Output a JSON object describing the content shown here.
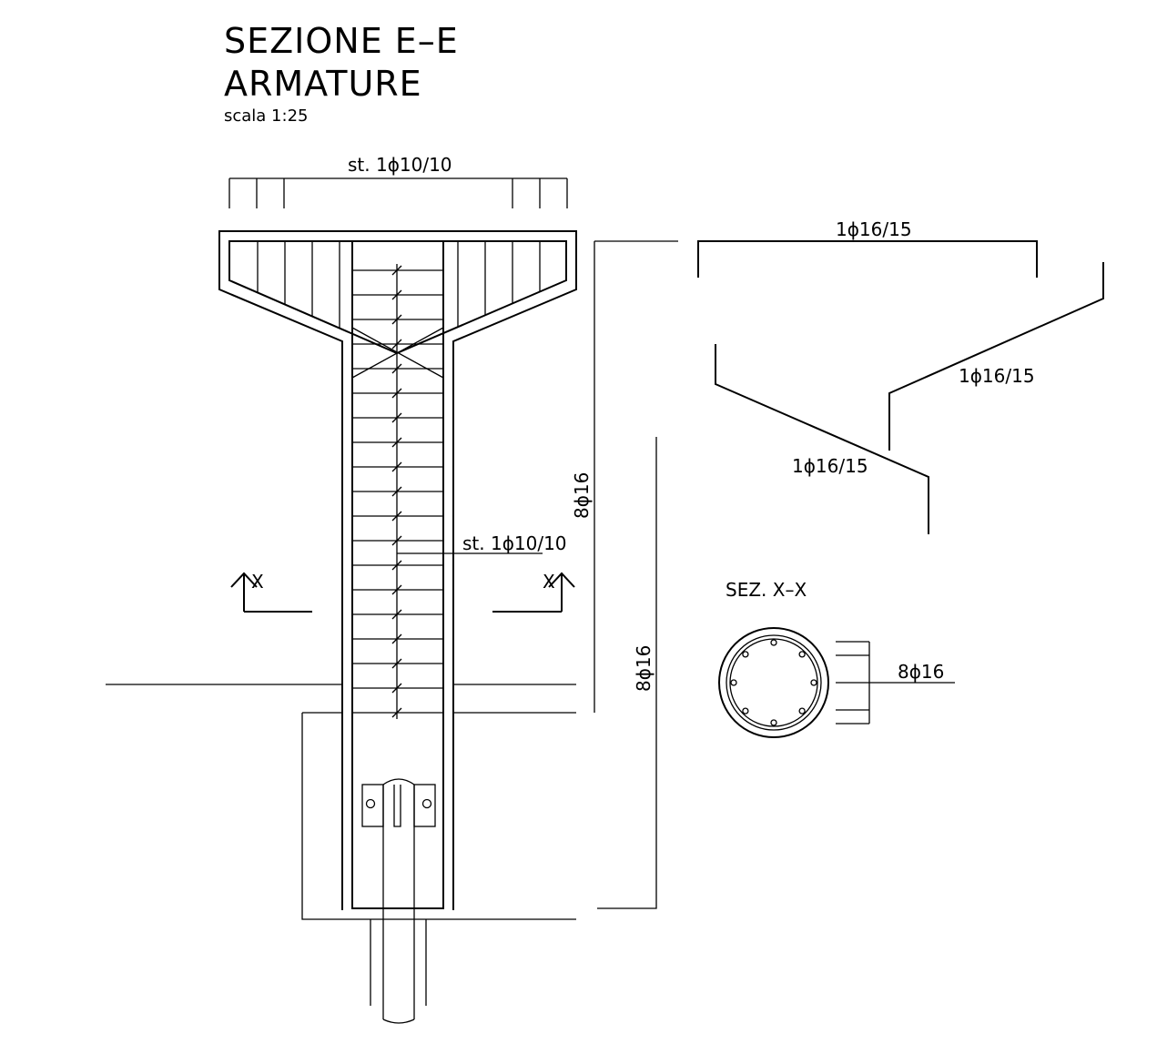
{
  "title": {
    "line1": "SEZIONE E–E",
    "line2": "ARMATURE",
    "scale": "scala 1:25"
  },
  "labels": {
    "stirrup_top": "st. 1ϕ10/10",
    "stirrup_column": "st. 1ϕ10/10",
    "vertical_bars_upper": "8ϕ16",
    "vertical_bars_lower": "8ϕ16",
    "bar_top_straight": "1ϕ16/15",
    "bar_right_bent": "1ϕ16/15",
    "bar_left_bent": "1ϕ16/15",
    "section_mark_left": "X",
    "section_mark_right": "X"
  },
  "section_detail": {
    "title": "SEZ.  X–X",
    "bars_label": "8ϕ16",
    "bar_count": 8
  },
  "counts": {
    "column_stirrups": 19,
    "head_stirrups_per_side": 4
  },
  "colors": {
    "stroke": "#000000",
    "background": "#ffffff"
  }
}
